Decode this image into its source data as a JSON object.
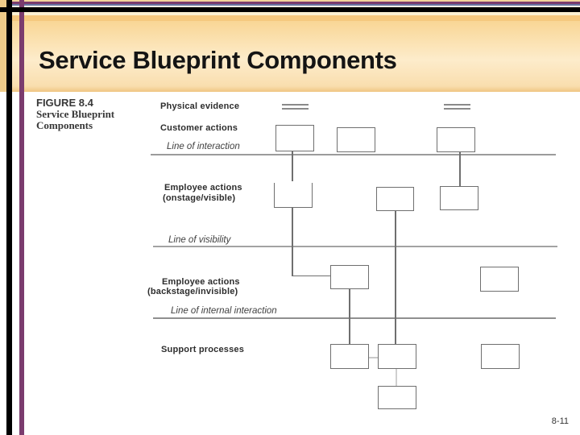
{
  "slide": {
    "title": "Service Blueprint Components",
    "page_number": "8-11"
  },
  "figure_caption": {
    "number": "FIGURE 8.4",
    "title_line1": "Service Blueprint",
    "title_line2": "Components"
  },
  "diagram": {
    "row_labels": {
      "physical_evidence": "Physical evidence",
      "customer_actions": "Customer actions",
      "employee_onstage_line1": "Employee actions",
      "employee_onstage_line2": "(onstage/visible)",
      "employee_backstage_line1": "Employee actions",
      "employee_backstage_line2": "(backstage/invisible)",
      "support_processes": "Support processes"
    },
    "divider_labels": {
      "line_of_interaction": "Line of interaction",
      "line_of_visibility": "Line of visibility",
      "line_of_internal_interaction": "Line of internal interaction"
    }
  },
  "colors": {
    "accent_purple": "#7b3c6e",
    "accent_slate_blue": "#6673a2",
    "accent_gold": "#eecb89",
    "band_gradient_top": "#f9d695",
    "band_gradient_bottom": "#f0c583",
    "rule_gray": "#9b9b9b",
    "box_border_gray": "#6f6f6f"
  }
}
